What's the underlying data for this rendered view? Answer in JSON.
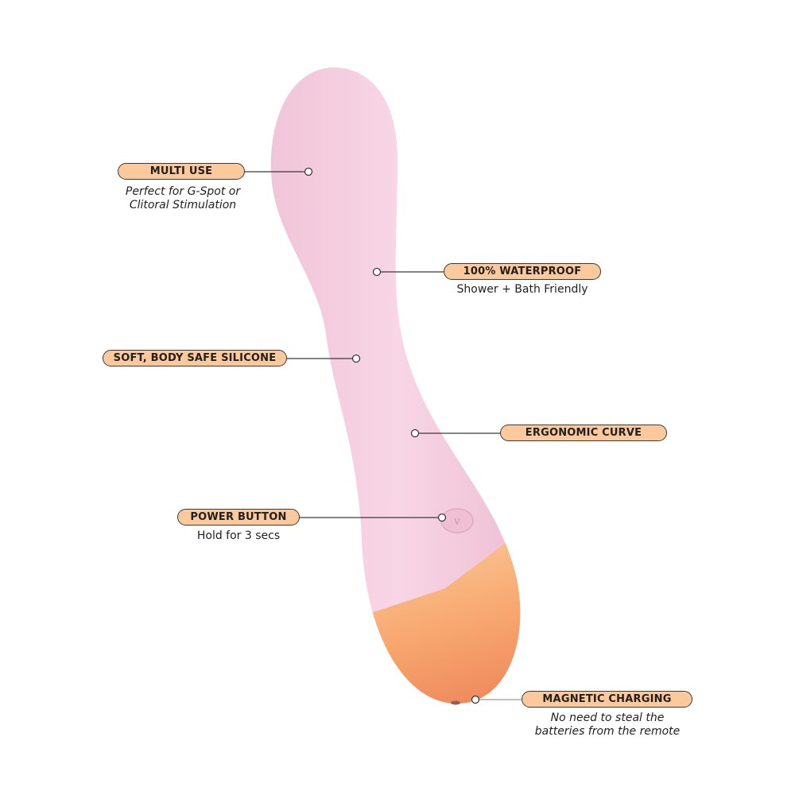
{
  "colors": {
    "body": "#f6cfe0",
    "tip": "#f7a56e",
    "pill": "#fcc99d",
    "outline": "#3a3a3a"
  },
  "features": [
    {
      "title": "MULTI USE",
      "desc": [
        "Perfect for G-Spot or",
        "Clitoral Stimulation"
      ]
    },
    {
      "title": "100% WATERPROOF",
      "desc": [
        "Shower + Bath Friendly"
      ]
    },
    {
      "title": "SOFT, BODY SAFE SILICONE",
      "desc": []
    },
    {
      "title": "ERGONOMIC CURVE",
      "desc": []
    },
    {
      "title": "POWER BUTTON",
      "desc": [
        "Hold for 3 secs"
      ]
    },
    {
      "title": "MAGNETIC CHARGING",
      "desc": [
        "No need to steal the",
        "batteries from the remote"
      ]
    }
  ]
}
